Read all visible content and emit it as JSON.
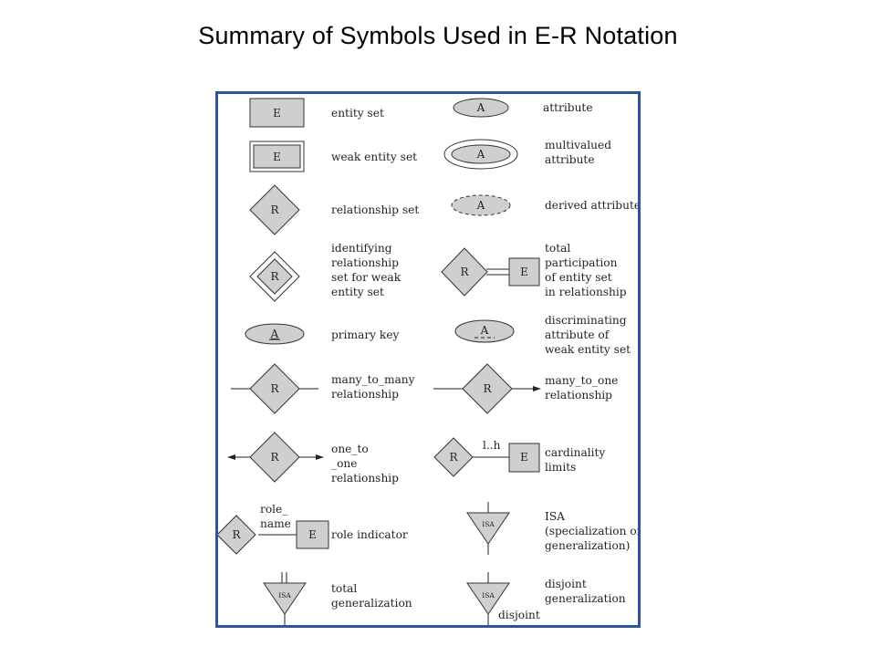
{
  "title": "Summary of Symbols Used in E-R Notation",
  "colors": {
    "frame": "#2f5597",
    "shape_fill": "#cfcfcf",
    "stroke": "#333333"
  },
  "symbols": {
    "entity_set": {
      "symbol": "E",
      "label": "entity set"
    },
    "weak_entity_set": {
      "symbol": "E",
      "label": "weak entity set"
    },
    "relationship_set": {
      "symbol": "R",
      "label": "relationship set"
    },
    "identifying_relationship": {
      "symbol": "R",
      "label_lines": [
        "identifying",
        "relationship",
        "set for weak",
        "entity set"
      ]
    },
    "primary_key": {
      "symbol": "A",
      "label": "primary key"
    },
    "many_to_many": {
      "symbol": "R",
      "label_lines": [
        "many_to_many",
        "relationship"
      ]
    },
    "one_to_one": {
      "symbol": "R",
      "label_lines": [
        "one_to",
        "_one",
        "relationship"
      ]
    },
    "role_indicator": {
      "symbol_r": "R",
      "symbol_e": "E",
      "role_lines": [
        "role_",
        "name"
      ],
      "label": "role indicator"
    },
    "total_generalization": {
      "symbol": "ISA",
      "label_lines": [
        "total",
        "generalization"
      ]
    },
    "attribute": {
      "symbol": "A",
      "label": "attribute"
    },
    "multivalued_attribute": {
      "symbol": "A",
      "label_lines": [
        "multivalued",
        "attribute"
      ]
    },
    "derived_attribute": {
      "symbol": "A",
      "label": "derived attribute"
    },
    "total_participation": {
      "symbol_r": "R",
      "symbol_e": "E",
      "label_lines": [
        "total",
        "participation",
        "of entity set",
        "in relationship"
      ]
    },
    "discriminating_attribute": {
      "symbol": "A",
      "label_lines": [
        "discriminating",
        "attribute of",
        "weak entity set"
      ]
    },
    "many_to_one": {
      "symbol": "R",
      "label_lines": [
        "many_to_one",
        "relationship"
      ]
    },
    "cardinality_limits": {
      "symbol_r": "R",
      "symbol_e": "E",
      "limits": "l..h",
      "label_lines": [
        "cardinality",
        "limits"
      ]
    },
    "isa": {
      "symbol": "ISA",
      "label_lines": [
        "ISA",
        "(specialization or",
        "generalization)"
      ]
    },
    "disjoint_generalization": {
      "symbol": "ISA",
      "annotation": "disjoint",
      "label_lines": [
        "disjoint",
        "generalization"
      ]
    }
  }
}
